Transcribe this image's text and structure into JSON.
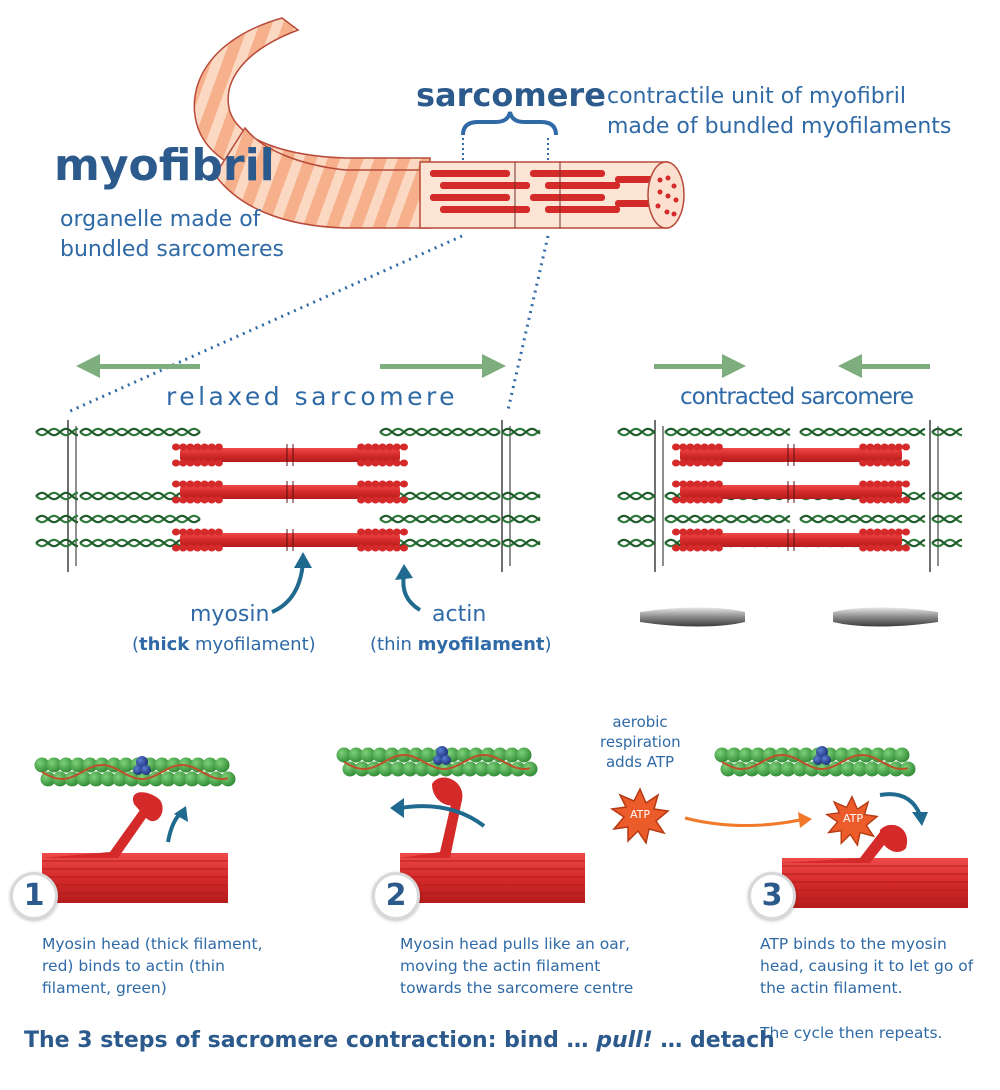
{
  "labels": {
    "myofibril_title": "myofibril",
    "myofibril_desc_1": "organelle made of",
    "myofibril_desc_2": "bundled sarcomeres",
    "sarcomere_title": "sarcomere",
    "sarcomere_desc_1": "contractile unit of myofibril",
    "sarcomere_desc_2": "made of bundled myofilaments",
    "relaxed": "relaxed sarcomere",
    "contracted": "contracted sarcomere",
    "myosin": "myosin",
    "myosin_sub_open": "(",
    "myosin_sub_bold": "thick",
    "myosin_sub_rest": " myofilament)",
    "actin": "actin",
    "actin_sub_open": "(thin ",
    "actin_sub_bold": "myofilament",
    "actin_sub_close": ")",
    "aerobic_1": "aerobic",
    "aerobic_2": "respiration",
    "aerobic_3": "adds ATP",
    "atp": "ATP"
  },
  "steps": [
    {
      "num": "1",
      "line1": "Myosin head (thick filament,",
      "line2": "red) binds to actin (thin",
      "line3": "filament, green)"
    },
    {
      "num": "2",
      "line1": "Myosin head pulls like an oar,",
      "line2": "moving the actin filament",
      "line3": "towards the sarcomere centre"
    },
    {
      "num": "3",
      "line1": "ATP binds to the myosin",
      "line2": "head, causing it to let go of",
      "line3": "the actin filament."
    }
  ],
  "cycle_note": "The cycle then repeats.",
  "footer": {
    "part1": "The 3 steps of sacromere contraction: bind … ",
    "part2": "pull!",
    "part3": " … detach"
  },
  "colors": {
    "title_blue": "#2c5a8c",
    "text_blue": "#2f6aa6",
    "myosin_red": "#d42a2a",
    "actin_green": "#2f7a3a",
    "arrow_green": "#7fae7e",
    "atp_orange": "#ec5b2a",
    "teal_arrow": "#1f6a8e"
  }
}
